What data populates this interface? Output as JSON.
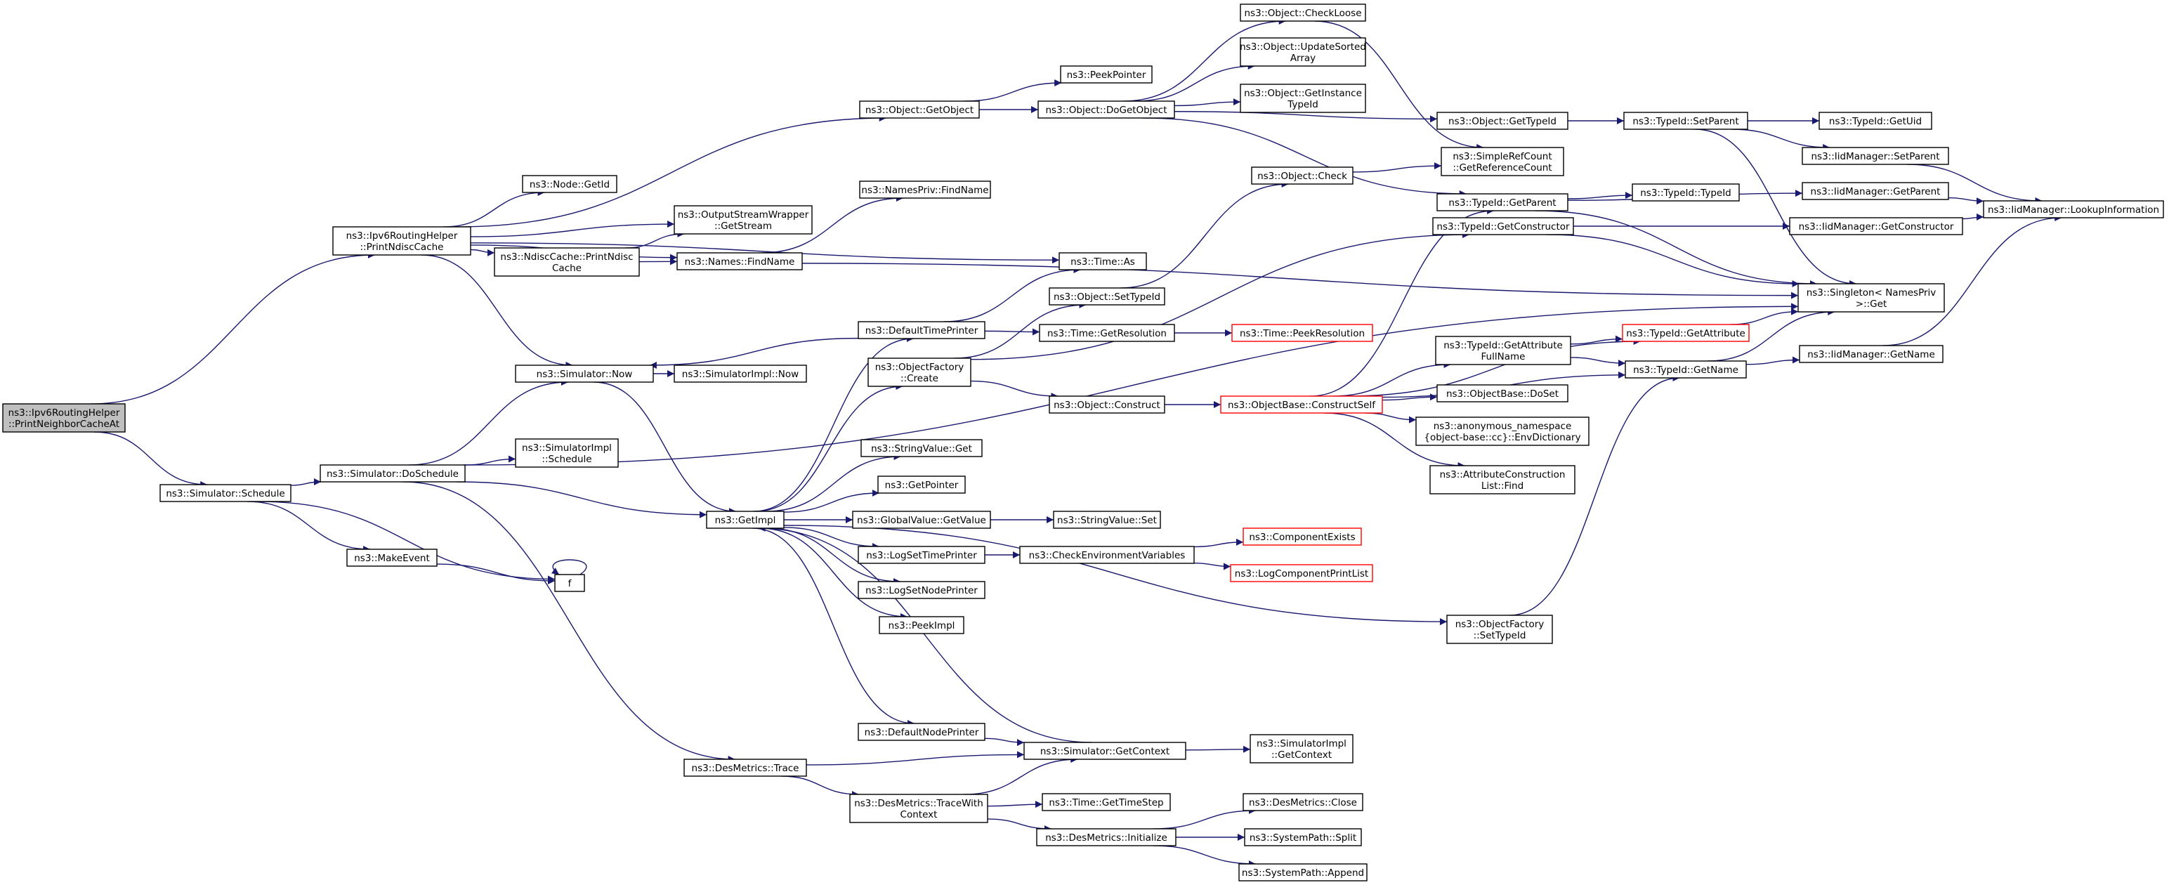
{
  "colors": {
    "edge": "#191970",
    "node_border": "#000000",
    "node_border_truncated": "#ff0000",
    "root_fill": "#bfbfbf"
  },
  "nodes": {
    "root": {
      "lines": [
        "ns3::Ipv6RoutingHelper",
        "::PrintNeighborCacheAt"
      ]
    },
    "schedule": {
      "lines": [
        "ns3::Simulator::Schedule"
      ]
    },
    "ipv6PrintNdisc": {
      "lines": [
        "ns3::Ipv6RoutingHelper",
        "::PrintNdiscCache"
      ]
    },
    "doSchedule": {
      "lines": [
        "ns3::Simulator::DoSchedule"
      ]
    },
    "makeEvent": {
      "lines": [
        "ns3::MakeEvent"
      ]
    },
    "f": {
      "lines": [
        "f"
      ]
    },
    "nodeGetId": {
      "lines": [
        "ns3::Node::GetId"
      ]
    },
    "ndiscPrint": {
      "lines": [
        "ns3::NdiscCache::PrintNdisc",
        "Cache"
      ]
    },
    "outputStream": {
      "lines": [
        "ns3::OutputStreamWrapper",
        "::GetStream"
      ]
    },
    "namesFindName": {
      "lines": [
        "ns3::Names::FindName"
      ]
    },
    "simNow": {
      "lines": [
        "ns3::Simulator::Now"
      ]
    },
    "simImplSchedule": {
      "lines": [
        "ns3::SimulatorImpl",
        "::Schedule"
      ]
    },
    "simImplNow": {
      "lines": [
        "ns3::SimulatorImpl::Now"
      ]
    },
    "getImpl": {
      "lines": [
        "ns3::GetImpl"
      ]
    },
    "desTrace": {
      "lines": [
        "ns3::DesMetrics::Trace"
      ]
    },
    "objGetObject": {
      "lines": [
        "ns3::Object::GetObject"
      ]
    },
    "namesPrivFind": {
      "lines": [
        "ns3::NamesPriv::FindName"
      ]
    },
    "timeAs": {
      "lines": [
        "ns3::Time::As"
      ]
    },
    "defTimePrinter": {
      "lines": [
        "ns3::DefaultTimePrinter"
      ]
    },
    "objFactoryCreate": {
      "lines": [
        "ns3::ObjectFactory",
        "::Create"
      ]
    },
    "stringValueGet": {
      "lines": [
        "ns3::StringValue::Get"
      ]
    },
    "getPointer": {
      "lines": [
        "ns3::GetPointer"
      ]
    },
    "globalValueGet": {
      "lines": [
        "ns3::GlobalValue::GetValue"
      ]
    },
    "logSetTime": {
      "lines": [
        "ns3::LogSetTimePrinter"
      ]
    },
    "logSetNode": {
      "lines": [
        "ns3::LogSetNodePrinter"
      ]
    },
    "peekImpl": {
      "lines": [
        "ns3::PeekImpl"
      ]
    },
    "defNodePrinter": {
      "lines": [
        "ns3::DefaultNodePrinter"
      ]
    },
    "desTraceWith": {
      "lines": [
        "ns3::DesMetrics::TraceWith",
        "Context"
      ]
    },
    "peekPointer": {
      "lines": [
        "ns3::PeekPointer"
      ]
    },
    "objDoGetObject": {
      "lines": [
        "ns3::Object::DoGetObject"
      ]
    },
    "objSetTypeId": {
      "lines": [
        "ns3::Object::SetTypeId"
      ]
    },
    "timeGetRes": {
      "lines": [
        "ns3::Time::GetResolution"
      ]
    },
    "objConstruct": {
      "lines": [
        "ns3::Object::Construct"
      ]
    },
    "stringValueSet": {
      "lines": [
        "ns3::StringValue::Set"
      ]
    },
    "checkEnv": {
      "lines": [
        "ns3::CheckEnvironmentVariables"
      ]
    },
    "simGetContext": {
      "lines": [
        "ns3::Simulator::GetContext"
      ]
    },
    "timeGetStep": {
      "lines": [
        "ns3::Time::GetTimeStep"
      ]
    },
    "desInit": {
      "lines": [
        "ns3::DesMetrics::Initialize"
      ]
    },
    "objCheckLoose": {
      "lines": [
        "ns3::Object::CheckLoose"
      ]
    },
    "objUpdateSorted": {
      "lines": [
        "ns3::Object::UpdateSorted",
        "Array"
      ]
    },
    "objGetInstance": {
      "lines": [
        "ns3::Object::GetInstance",
        "TypeId"
      ]
    },
    "objCheck": {
      "lines": [
        "ns3::Object::Check"
      ]
    },
    "timePeekRes": {
      "lines": [
        "ns3::Time::PeekResolution"
      ]
    },
    "objBaseConstruct": {
      "lines": [
        "ns3::ObjectBase::ConstructSelf"
      ]
    },
    "componentExists": {
      "lines": [
        "ns3::ComponentExists"
      ]
    },
    "logCompPrint": {
      "lines": [
        "ns3::LogComponentPrintList"
      ]
    },
    "simImplGetContext": {
      "lines": [
        "ns3::SimulatorImpl",
        "::GetContext"
      ]
    },
    "desClose": {
      "lines": [
        "ns3::DesMetrics::Close"
      ]
    },
    "sysSplit": {
      "lines": [
        "ns3::SystemPath::Split"
      ]
    },
    "sysAppend": {
      "lines": [
        "ns3::SystemPath::Append"
      ]
    },
    "objGetTypeId": {
      "lines": [
        "ns3::Object::GetTypeId"
      ]
    },
    "simpleRefCount": {
      "lines": [
        "ns3::SimpleRefCount",
        "::GetReferenceCount"
      ]
    },
    "typeIdGetParent": {
      "lines": [
        "ns3::TypeId::GetParent"
      ]
    },
    "typeIdGetCtor": {
      "lines": [
        "ns3::TypeId::GetConstructor"
      ]
    },
    "typeIdGetAttrFull": {
      "lines": [
        "ns3::TypeId::GetAttribute",
        "FullName"
      ]
    },
    "objBaseDoSet": {
      "lines": [
        "ns3::ObjectBase::DoSet"
      ]
    },
    "envDictionary": {
      "lines": [
        "ns3::anonymous_namespace",
        "{object-base::cc}::EnvDictionary"
      ]
    },
    "attrConstrFind": {
      "lines": [
        "ns3::AttributeConstruction",
        "List::Find"
      ]
    },
    "objFactorySetTypeId": {
      "lines": [
        "ns3::ObjectFactory",
        "::SetTypeId"
      ]
    },
    "typeIdSetParent": {
      "lines": [
        "ns3::TypeId::SetParent"
      ]
    },
    "typeIdTypeId": {
      "lines": [
        "ns3::TypeId::TypeId"
      ]
    },
    "typeIdGetAttr": {
      "lines": [
        "ns3::TypeId::GetAttribute"
      ]
    },
    "typeIdGetName": {
      "lines": [
        "ns3::TypeId::GetName"
      ]
    },
    "typeIdGetUid": {
      "lines": [
        "ns3::TypeId::GetUid"
      ]
    },
    "iidSetParent": {
      "lines": [
        "ns3::IidManager::SetParent"
      ]
    },
    "iidGetParent": {
      "lines": [
        "ns3::IidManager::GetParent"
      ]
    },
    "iidGetCtor": {
      "lines": [
        "ns3::IidManager::GetConstructor"
      ]
    },
    "singletonGet": {
      "lines": [
        "ns3::Singleton< NamesPriv",
        ">::Get"
      ]
    },
    "iidGetName": {
      "lines": [
        "ns3::IidManager::GetName"
      ]
    },
    "iidLookup": {
      "lines": [
        "ns3::IidManager::LookupInformation"
      ]
    }
  }
}
